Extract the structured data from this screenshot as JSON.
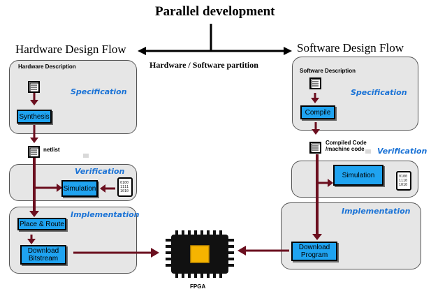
{
  "top_title": "Parallel development",
  "partition_label": "Hardware / Software partition",
  "hardware": {
    "flow_title": "Hardware Design Flow",
    "description_label": "Hardware Description",
    "specification_title": "Specification",
    "synthesis_label": "Synthesis",
    "netlist_label": "netlist",
    "verification_title": "Verification",
    "simulation_label": "Simulation",
    "implementation_title": "Implementation",
    "place_route_label": "Place & Route",
    "download_label": "Download Bitstream",
    "bits": "0100\n1111\n1010"
  },
  "software": {
    "flow_title": "Software Design Flow",
    "description_label": "Software Description",
    "specification_title": "Specification",
    "compile_label": "Compile",
    "compiled_code_label": "Compiled Code /machine code",
    "verification_title": "Verification",
    "simulation_label": "Simulation",
    "implementation_title": "Implementation",
    "download_label": "Download Program",
    "bits": "0100\n1110\n1010"
  },
  "fpga_label": "FPGA",
  "colors": {
    "panel_fill": "#e6e6e6",
    "box_fill": "#1fa3f0",
    "arrow": "#6b0f1f",
    "stage_title": "#1b73d6",
    "chip": "#111111",
    "chip_core": "#f6b400"
  }
}
